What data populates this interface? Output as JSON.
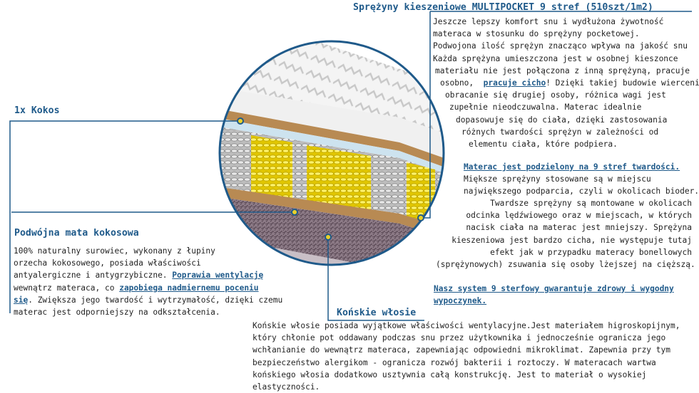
{
  "colors": {
    "accent": "#1f5a8a",
    "text": "#222222"
  },
  "top_heading": "Sprężyny kieszeniowe MULTIPOCKET 9 stref (510szt/1m2)",
  "top_lines": [
    "Jeszcze lepszy komfort snu i wydłużona żywotność",
    "materaca w stosunku do sprężyny pocketowej.",
    "Podwojona ilość sprężyn znacząco wpływa na jakość snu",
    "Każda sprężyna umieszczona jest w osobnej kieszonce",
    "materiału nie jest połączona z inną sprężyną, pracuje",
    "osobno,",
    "pracuje cicho",
    "! Dzięki takiej budowie wiercenie,",
    "obracanie się drugiej osoby, różnica wagi jest",
    "zupełnie nieodczuwalna. Materac idealnie",
    "dopasowuje się do ciała, dzięki zastosowania",
    "różnych twardości sprężyn w zależności od",
    "elementu ciała, które podpiera."
  ],
  "zones_heading": "Materac jest podzielony na 9 stref twardości.",
  "zones_lines": [
    "Miększe sprężyny stosowane są w miejscu",
    "największego podparcia, czyli w okolicach bioder.",
    "Twardsze sprężyny są montowane w okolicach",
    "odcinka lędźwiowego oraz w miejscach, w których",
    "nacisk ciała na materac jest mniejszy. Sprężyna",
    "kieszeniowa jest bardzo cicha, nie występuje tutaj",
    "efekt jak w przypadku materacy bonellowych",
    "(sprężynowych) zsuwania się osoby lżejszej na cięższą."
  ],
  "system_lines": [
    "Nasz system 9 sterfowy gwarantuje zdrowy i wygodny",
    "wypoczynek."
  ],
  "kokos_label": "1x Kokos",
  "mata_heading": "Podwójna mata kokosowa",
  "mata_lines": [
    "100% naturalny surowiec, wykonany z łupiny",
    "orzecha kokosowego, posiada właściwości",
    "antyalergiczne i antygrzybiczne.",
    "Poprawia wentylację",
    "wewnątrz materaca, co",
    "zapobiega nadmiernemu poceniu",
    "się",
    ". Zwiększa jego twardość i wytrzymałość, dzięki czemu",
    "materac jest odporniejszy na odkształcenia."
  ],
  "konskie_heading": "Końskie włosie",
  "konskie_lines": [
    "Końskie włosie posiada wyjątkowe właściwości wentylacyjne.Jest materiałem higroskopijnym,",
    "który chłonie pot oddawany podczas snu przez użytkownika i jednocześnie ogranicza jego",
    "wchłanianie do wewnątrz materaca, zapewniając odpowiedni mikroklimat. Zapewnia przy tym",
    "bezpieczeństwo alergikom - ogranicza rozwój bakterii i roztoczy. W materacach wartwa",
    "końskiego włosia dodatkowo usztywnia całą konstrukcję. Jest to materiał o wysokiej",
    "elastyczności."
  ]
}
